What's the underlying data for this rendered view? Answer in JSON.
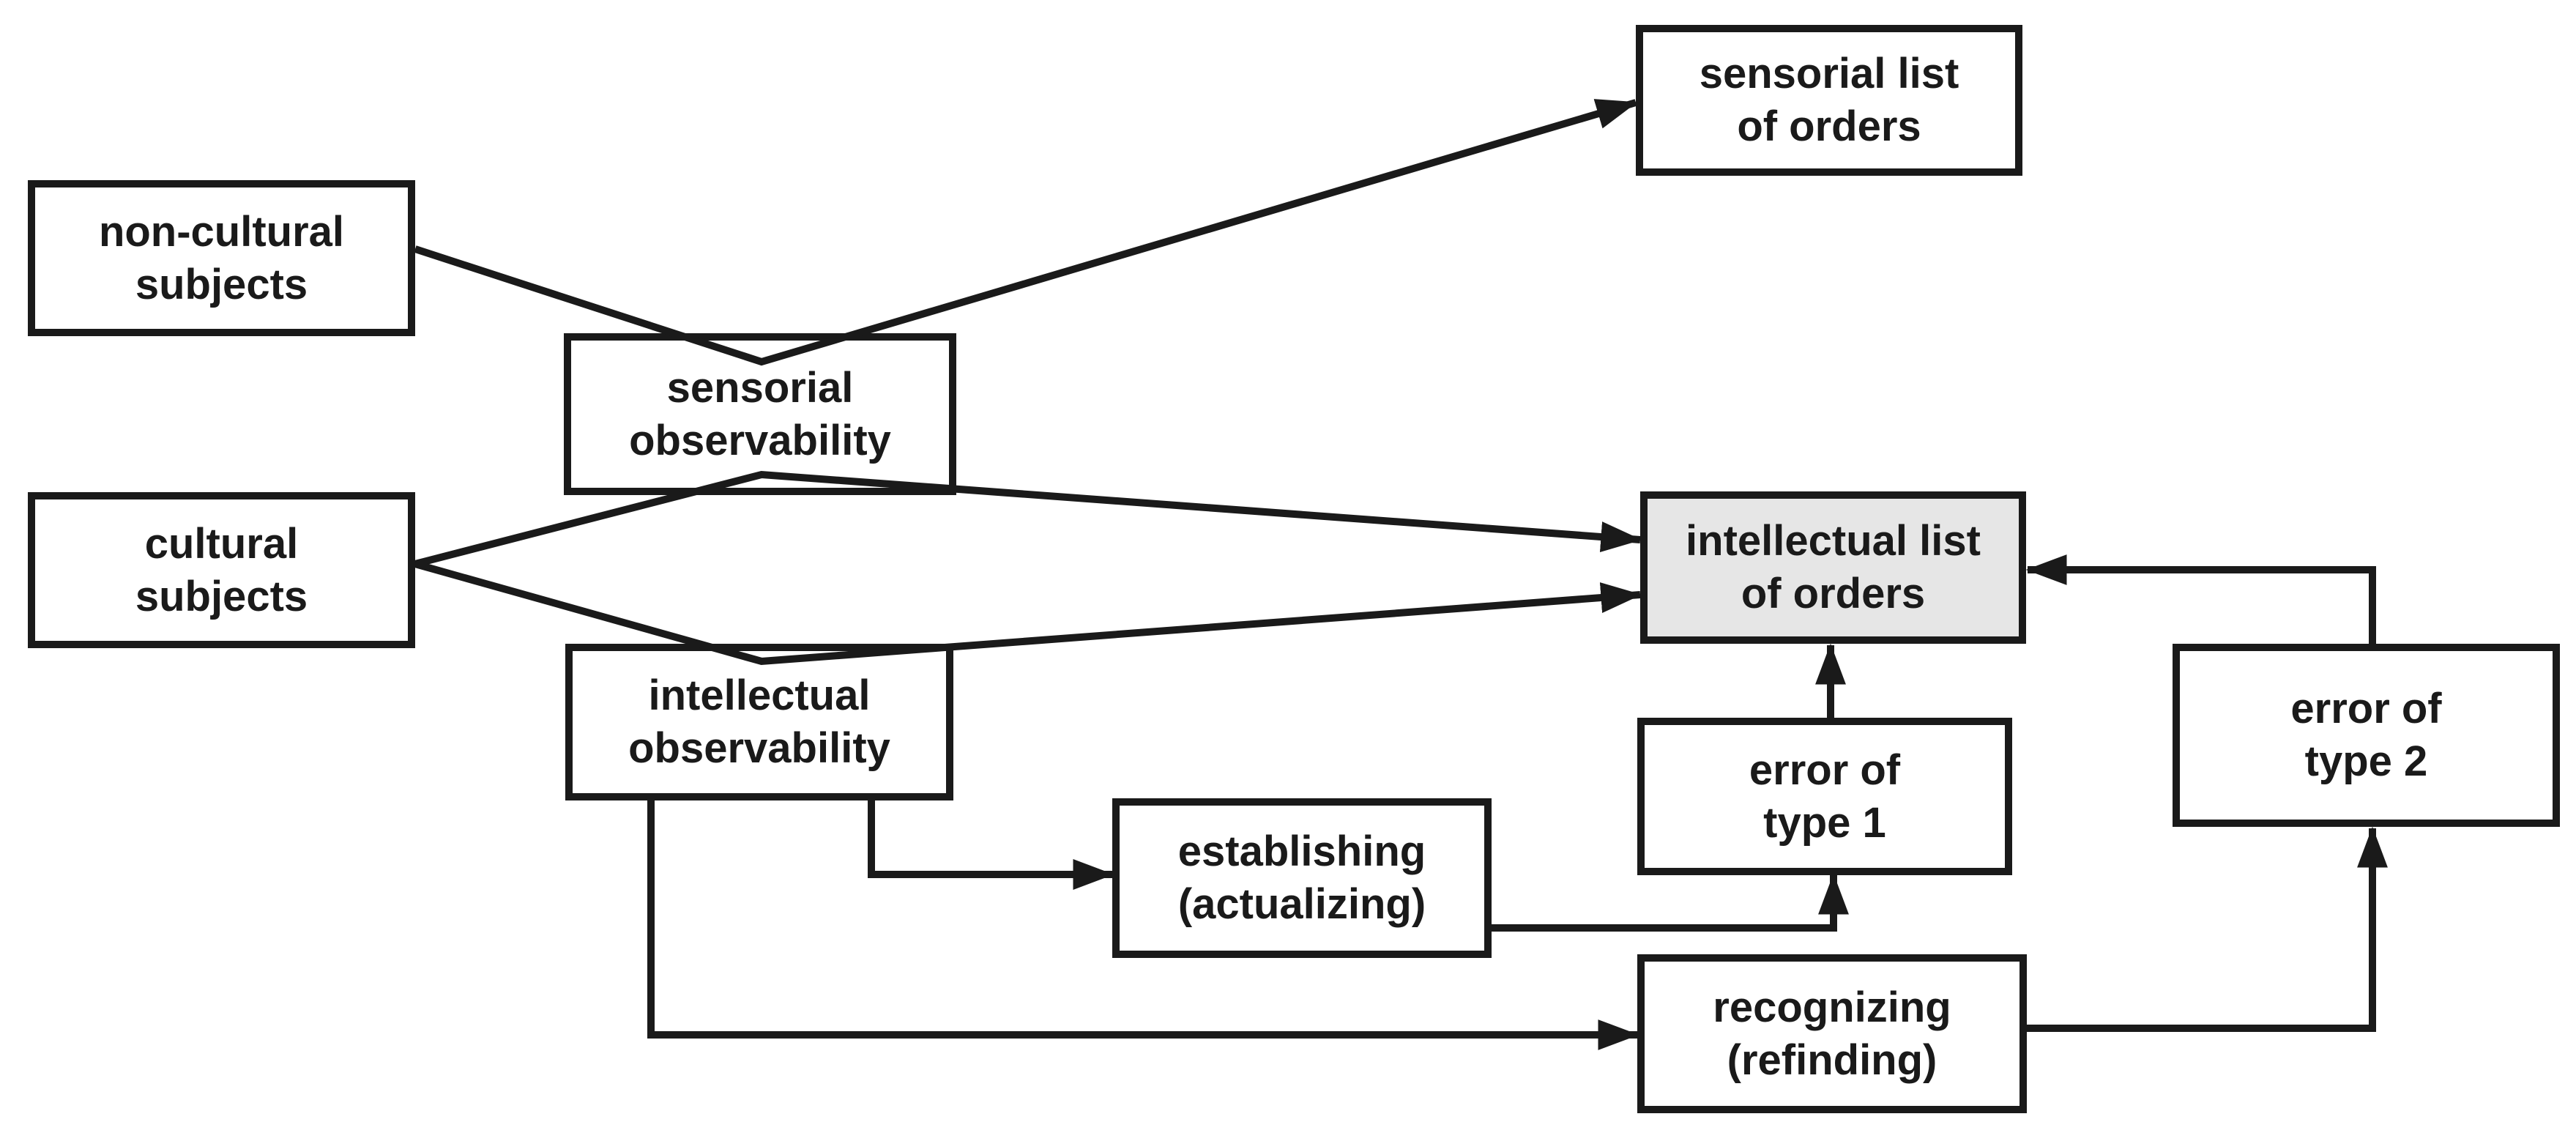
{
  "colors": {
    "line": "#1a1a1a",
    "text": "#1a1a1a",
    "box_fill": "#ffffff",
    "highlight_fill": "#e6e6e6",
    "background": "#ffffff"
  },
  "diagram": {
    "boxes": {
      "non_cultural_subjects": {
        "line1": "non-cultural",
        "line2": "subjects"
      },
      "cultural_subjects": {
        "line1": "cultural",
        "line2": "subjects"
      },
      "sensorial_observability": {
        "line1": "sensorial",
        "line2": "observability"
      },
      "intellectual_observability": {
        "line1": "intellectual",
        "line2": "observability"
      },
      "sensorial_list_of_orders": {
        "line1": "sensorial list",
        "line2": "of orders"
      },
      "intellectual_list_of_orders": {
        "line1": "intellectual list",
        "line2": "of orders"
      },
      "error_of_type_1": {
        "line1": "error of",
        "line2": "type 1"
      },
      "error_of_type_2": {
        "line1": "error of",
        "line2": "type 2"
      },
      "establishing_actualizing": {
        "line1": "establishing",
        "line2": "(actualizing)"
      },
      "recognizing_refinding": {
        "line1": "recognizing",
        "line2": "(refinding)"
      }
    },
    "edges": [
      {
        "from": "non-cultural subjects",
        "via": "sensorial observability",
        "to": "sensorial list of orders",
        "arrow": true
      },
      {
        "from": "cultural subjects",
        "via": "sensorial observability",
        "to": "intellectual list of orders",
        "arrow": true
      },
      {
        "from": "cultural subjects",
        "via": "intellectual observability",
        "to": "intellectual list of orders",
        "arrow": true
      },
      {
        "from": "intellectual observability",
        "to": "establishing (actualizing)",
        "arrow": true
      },
      {
        "from": "intellectual observability",
        "to": "recognizing (refinding)",
        "arrow": true
      },
      {
        "from": "establishing (actualizing)",
        "to": "error of type 1",
        "arrow": true
      },
      {
        "from": "error of type 1",
        "to": "intellectual list of orders",
        "arrow": true
      },
      {
        "from": "recognizing (refinding)",
        "to": "error of type 2",
        "arrow": true
      },
      {
        "from": "error of type 2",
        "to": "intellectual list of orders",
        "arrow": true
      }
    ]
  }
}
